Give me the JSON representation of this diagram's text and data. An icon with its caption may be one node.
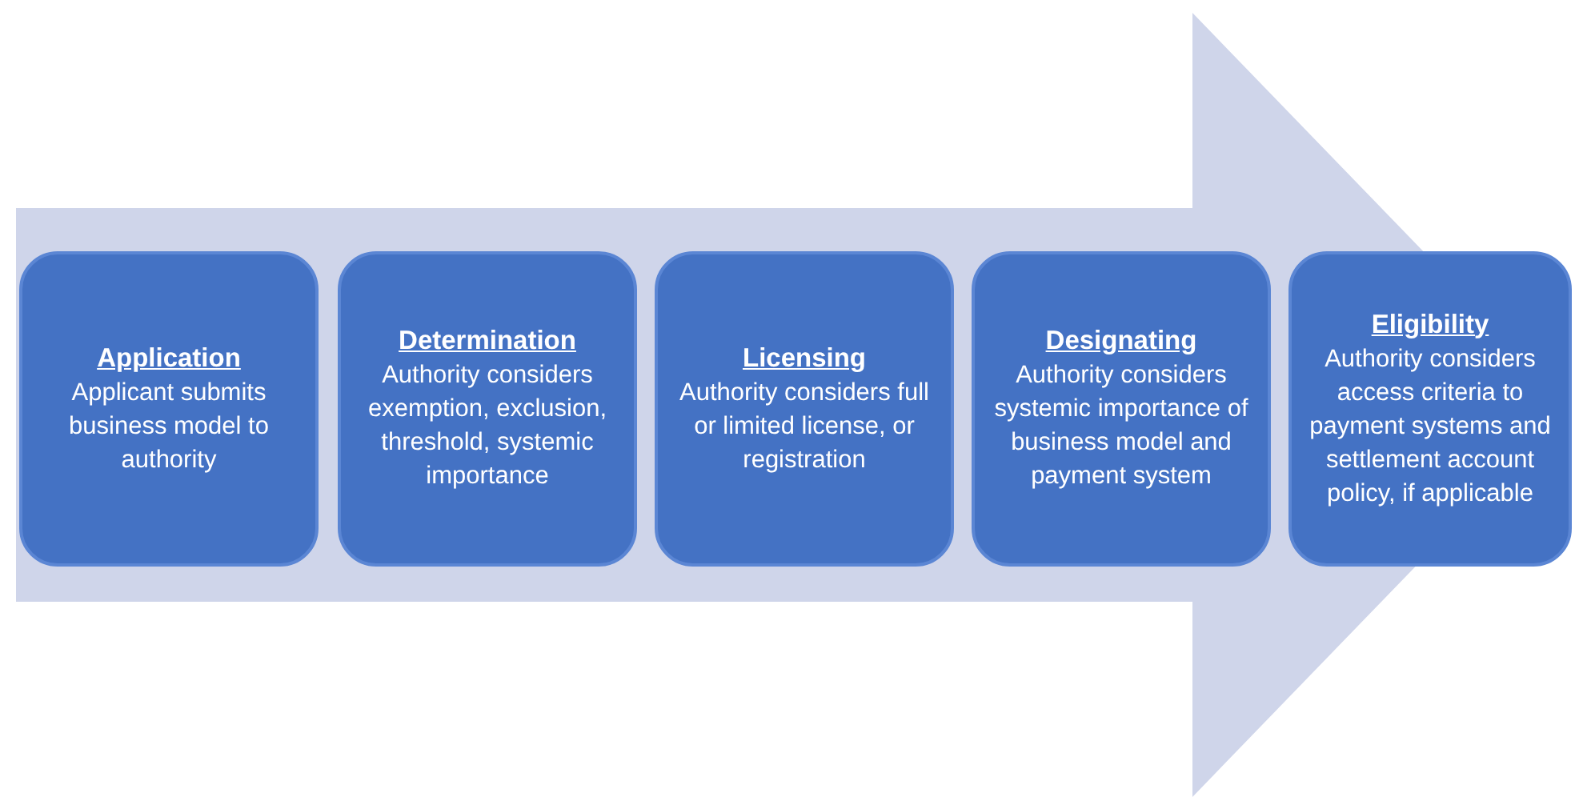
{
  "diagram": {
    "nodes": [
      {
        "text": [
          "Application",
          "Applicant submits business model to authority"
        ]
      },
      {
        "text": [
          "Determination",
          "Authority considers exemption, exclusion, threshold, systemic importance"
        ]
      },
      {
        "text": [
          "Licensing",
          "Authority considers full or limited license, or registration"
        ]
      },
      {
        "text": [
          "Designating",
          "Authority considers systemic importance of business model and payment system"
        ]
      },
      {
        "text": [
          "Eligibility",
          "Authority considers access criteria to payment systems and settlement account policy, if applicable"
        ]
      }
    ],
    "edges": [
      {
        "from": 0,
        "to": 4,
        "arrow": "to",
        "style": "thick"
      }
    ]
  }
}
